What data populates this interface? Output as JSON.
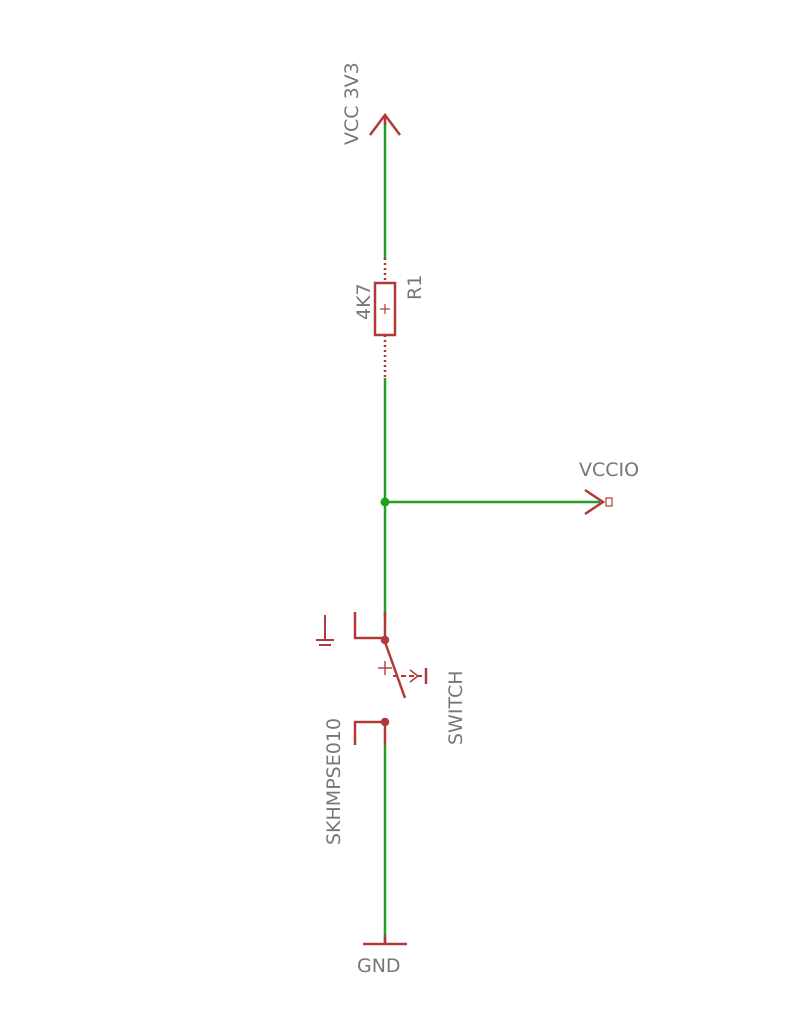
{
  "colors": {
    "wire": "#22a022",
    "symbol": "#b03a3a",
    "text": "#777777",
    "background": "#ffffff"
  },
  "labels": {
    "vcc": "VCC 3V3",
    "resistor_value": "4K7",
    "resistor_name": "R1",
    "vccio": "VCCIO",
    "switch_part": "SKHMPSE010",
    "switch_name": "SWITCH",
    "gnd": "GND"
  }
}
